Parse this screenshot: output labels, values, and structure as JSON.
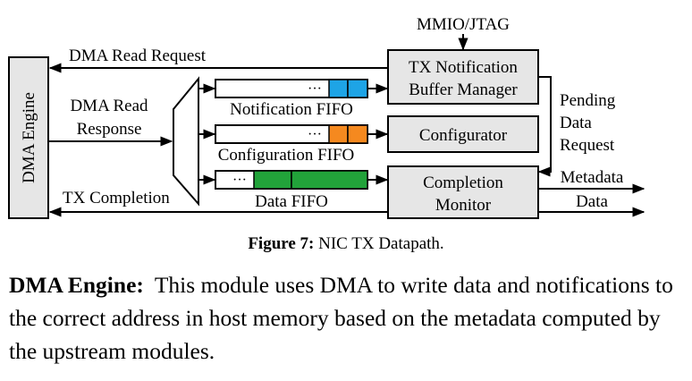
{
  "figure": {
    "blocks": {
      "dma_engine": "DMA Engine",
      "tx_notification_line1": "TX Notification",
      "tx_notification_line2": "Buffer Manager",
      "configurator": "Configurator",
      "completion_monitor_line1": "Completion",
      "completion_monitor_line2": "Monitor"
    },
    "fifos": {
      "notification": "Notification FIFO",
      "configuration": "Configuration FIFO",
      "data": "Data FIFO",
      "ellipsis": "···"
    },
    "signals": {
      "mmio_jtag": "MMIO/JTAG",
      "dma_read_request": "DMA Read Request",
      "dma_read_response_line1": "DMA Read",
      "dma_read_response_line2": "Response",
      "tx_completion": "TX Completion",
      "pending_line1": "Pending",
      "pending_line2": "Data",
      "pending_line3": "Request",
      "metadata": "Metadata",
      "data": "Data"
    },
    "colors": {
      "block_fill": "#e6e6e6",
      "notification_fifo": "#1ea4e6",
      "configuration_fifo": "#f5891f",
      "data_fifo": "#22a33a"
    }
  },
  "caption": {
    "label": "Figure 7:",
    "text": "NIC TX Datapath."
  },
  "paragraph": {
    "heading": "DMA Engine:",
    "body": "This module uses DMA to write data and notifications to the correct address in host memory based on the metadata computed by the upstream modules."
  }
}
